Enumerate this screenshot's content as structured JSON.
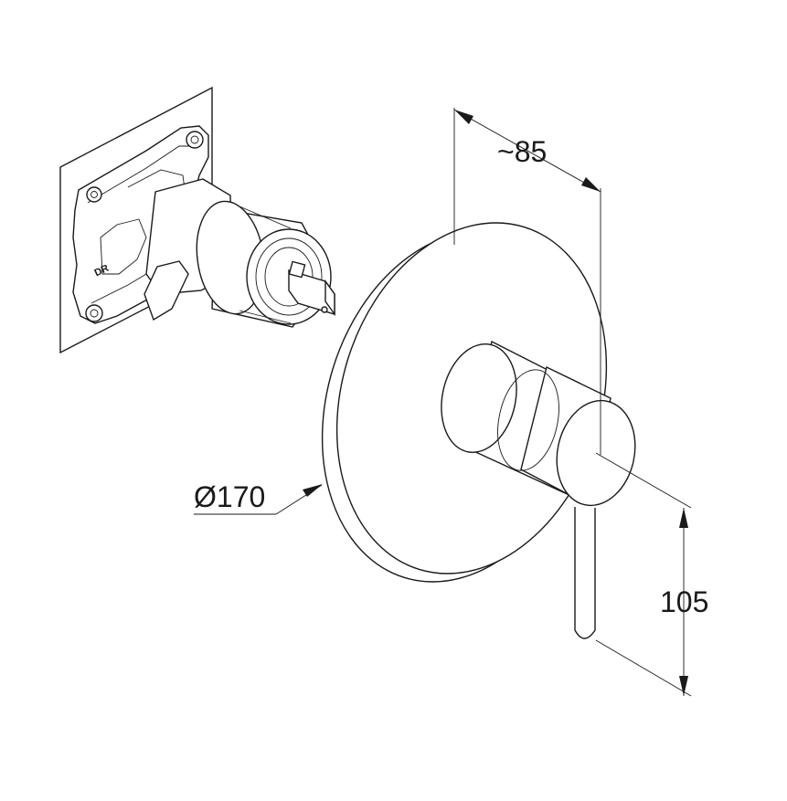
{
  "dimensions": {
    "depth_label": "~85",
    "diameter_label": "Ø170",
    "height_label": "105"
  },
  "body_marking": "DR",
  "colors": {
    "line": "#1a1a1a",
    "background": "#ffffff"
  }
}
